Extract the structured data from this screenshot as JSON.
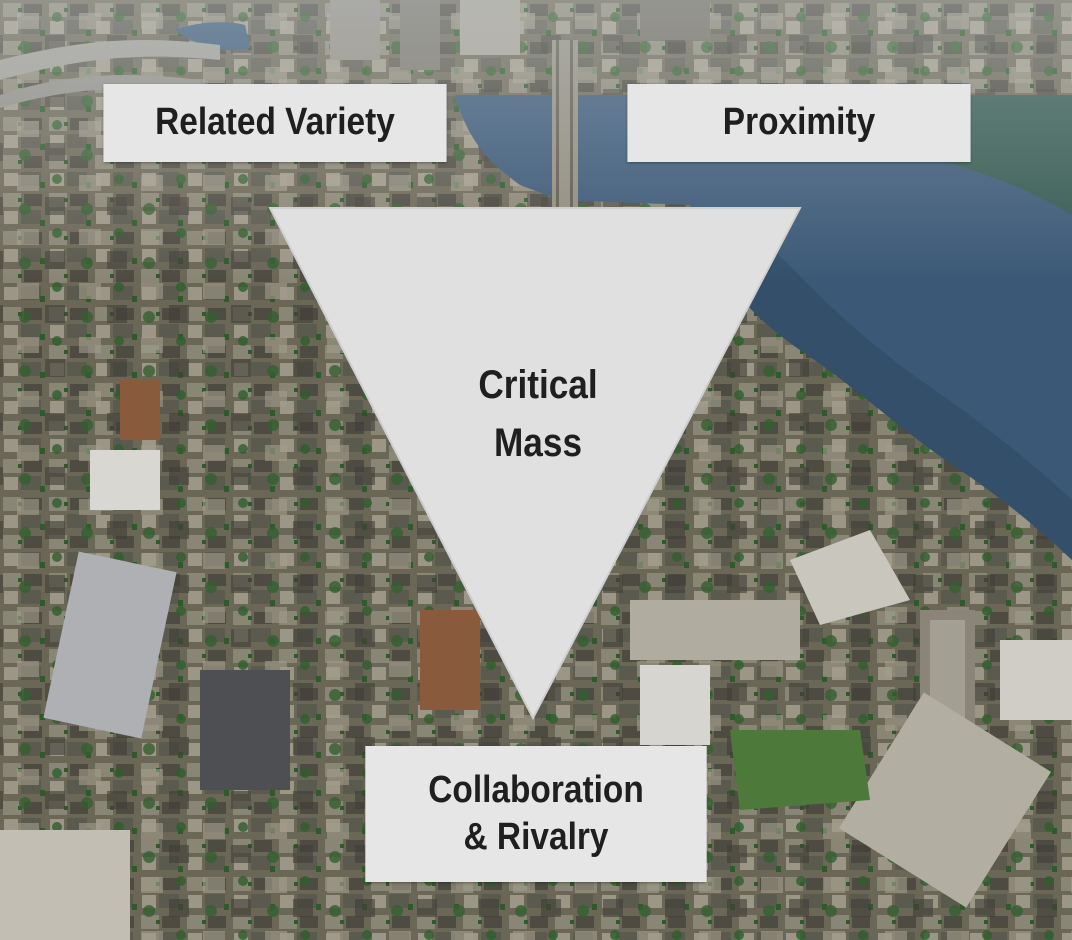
{
  "diagram": {
    "labels": {
      "related_variety": "Related Variety",
      "proximity": "Proximity",
      "critical_mass": [
        "Critical",
        "Mass"
      ],
      "collaboration_rivalry": [
        "Collaboration",
        "& Rivalry"
      ]
    },
    "colors": {
      "label_box": "#e6e6e6",
      "triangle": "#e0e0e0",
      "text": "#1f1f1f",
      "river": "#3b5876",
      "city_base": "#6d6a5c",
      "greenery": "#2e5a2a"
    },
    "background": "aerial-city-photo-with-river"
  }
}
